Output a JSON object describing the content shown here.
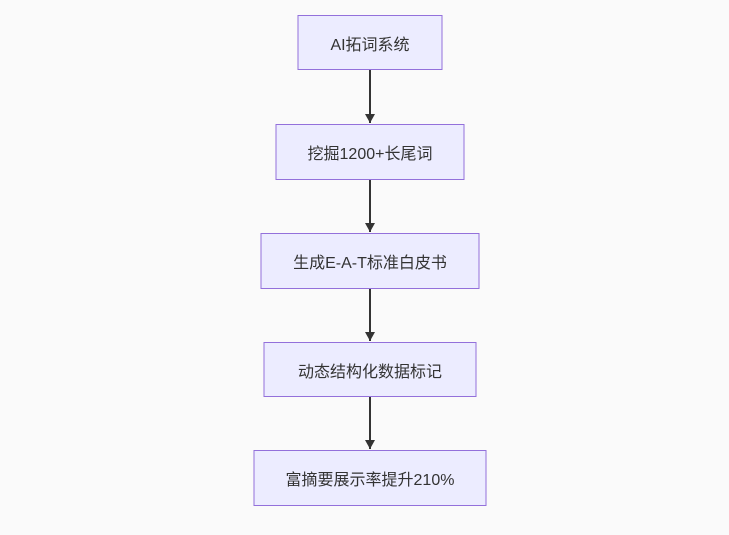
{
  "diagram": {
    "type": "flowchart",
    "direction": "top-down",
    "nodes": [
      {
        "id": "n1",
        "label": "AI拓词系统"
      },
      {
        "id": "n2",
        "label": "挖掘1200+长尾词"
      },
      {
        "id": "n3",
        "label": "生成E-A-T标准白皮书"
      },
      {
        "id": "n4",
        "label": "动态结构化数据标记"
      },
      {
        "id": "n5",
        "label": "富摘要展示率提升210%"
      }
    ],
    "edges": [
      {
        "from": "n1",
        "to": "n2"
      },
      {
        "from": "n2",
        "to": "n3"
      },
      {
        "from": "n3",
        "to": "n4"
      },
      {
        "from": "n4",
        "to": "n5"
      }
    ],
    "colors": {
      "node_fill": "#ececff",
      "node_border": "#9370db",
      "arrow": "#333333",
      "text": "#333333",
      "background": "#fafafa"
    }
  }
}
